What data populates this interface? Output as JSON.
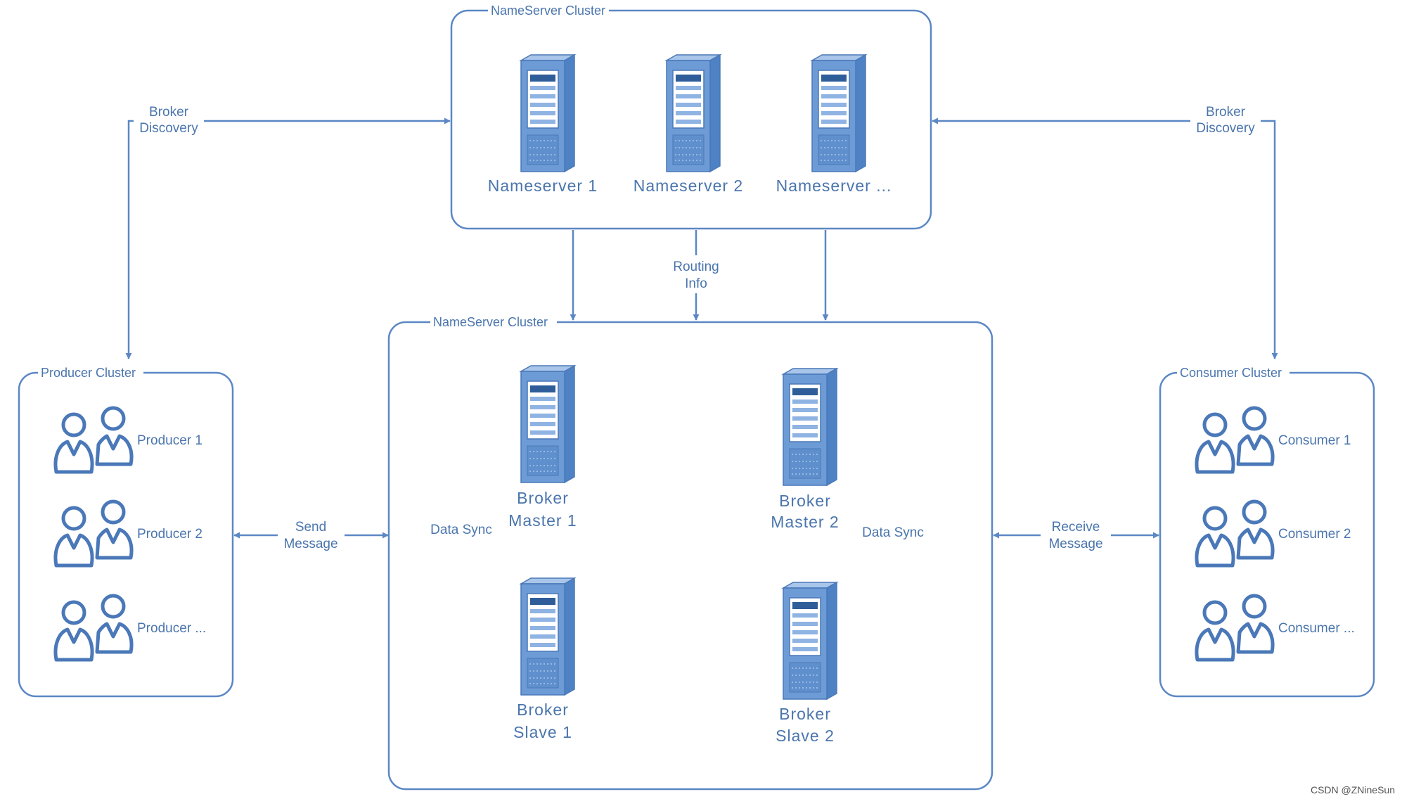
{
  "clusters": {
    "nameserver_top": "NameServer Cluster",
    "nameserver_mid": "NameServer Cluster",
    "producer": "Producer Cluster",
    "consumer": "Consumer Cluster"
  },
  "nameservers": [
    "Nameserver 1",
    "Nameserver 2",
    "Nameserver ..."
  ],
  "brokers": {
    "master1": [
      "Broker",
      "Master 1"
    ],
    "master2": [
      "Broker",
      "Master 2"
    ],
    "slave1": [
      "Broker",
      "Slave 1"
    ],
    "slave2": [
      "Broker",
      "Slave 2"
    ]
  },
  "producers": [
    "Producer 1",
    "Producer 2",
    "Producer ..."
  ],
  "consumers": [
    "Consumer 1",
    "Consumer 2",
    "Consumer ..."
  ],
  "edges": {
    "broker_discovery_left": [
      "Broker",
      "Discovery"
    ],
    "broker_discovery_right": [
      "Broker",
      "Discovery"
    ],
    "routing_info": [
      "Routing",
      "Info"
    ],
    "send_message": [
      "Send",
      "Message"
    ],
    "receive_message": [
      "Receive",
      "Message"
    ],
    "data_sync_left": "Data Sync",
    "data_sync_right": "Data Sync"
  },
  "watermark": "CSDN @ZNineSun",
  "colors": {
    "stroke": "#5b87c5",
    "text": "#4a75ad",
    "server_body": "#6d9bd6"
  },
  "icons": {
    "server": "server-tower-icon",
    "users": "user-group-icon"
  }
}
